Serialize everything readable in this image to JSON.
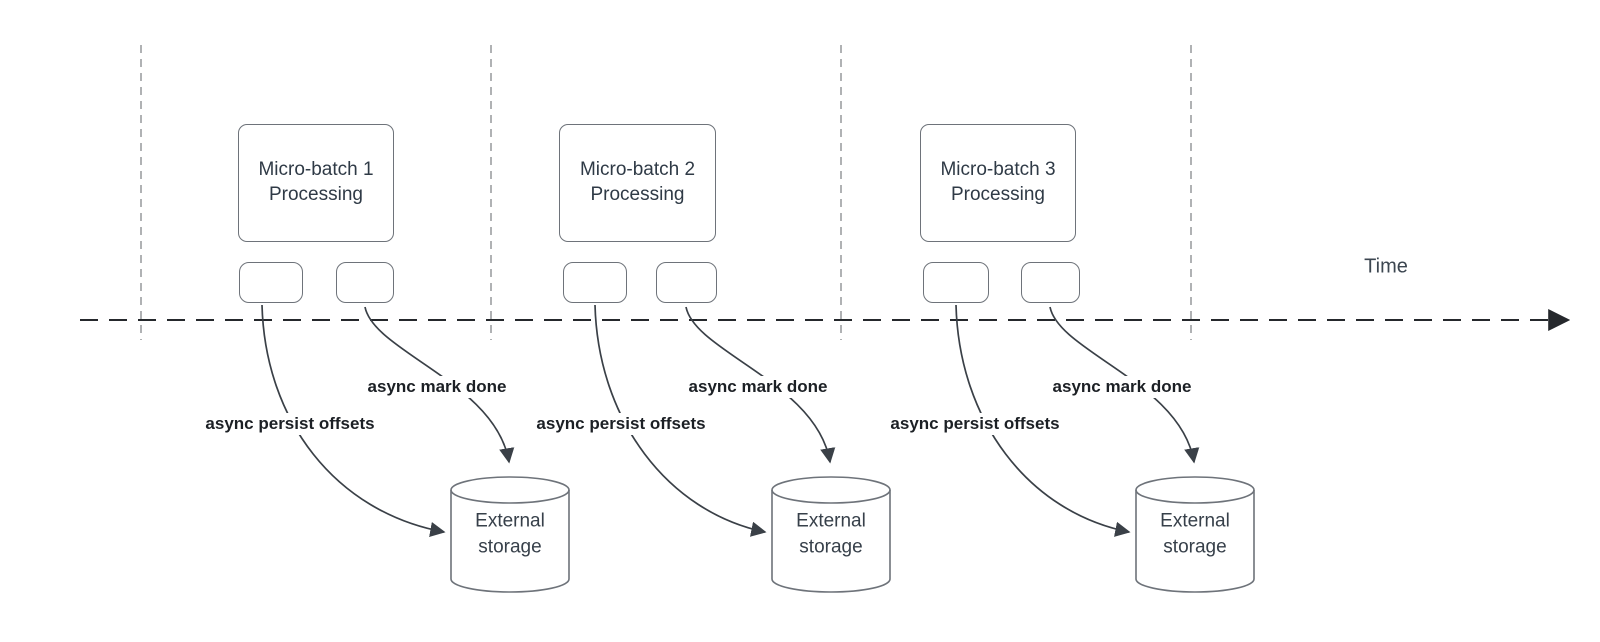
{
  "timeline": {
    "label": "Time"
  },
  "groups": [
    {
      "box_label": "Micro-batch 1\nProcessing",
      "persist_label": "async persist offsets",
      "markdone_label": "async mark done",
      "storage_label": "External\nstorage"
    },
    {
      "box_label": "Micro-batch 2\nProcessing",
      "persist_label": "async persist offsets",
      "markdone_label": "async mark done",
      "storage_label": "External\nstorage"
    },
    {
      "box_label": "Micro-batch 3\nProcessing",
      "persist_label": "async persist offsets",
      "markdone_label": "async mark done",
      "storage_label": "External\nstorage"
    }
  ],
  "colors": {
    "arrow": "#3a4047",
    "timeline": "#25282c",
    "tick": "#b0b2b4",
    "shape_border": "#6e737a",
    "label_text": "#1c2025"
  }
}
